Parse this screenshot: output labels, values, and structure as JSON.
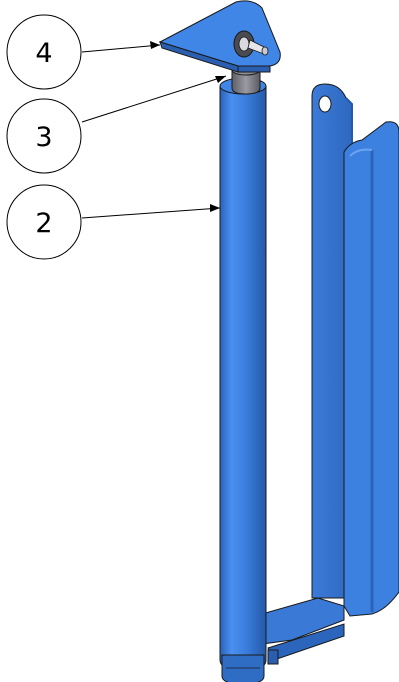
{
  "balloons": [
    {
      "label": "4",
      "part": "hinge-bracket"
    },
    {
      "label": "3",
      "part": "inner-sleeve"
    },
    {
      "label": "2",
      "part": "outer-tube"
    }
  ],
  "colors": {
    "part_blue": "#3f86e6",
    "part_blue_dark": "#2a63b8",
    "part_blue_light": "#6aa6f0",
    "sleeve_gray": "#7f8088",
    "outline": "#1a1a1a"
  }
}
